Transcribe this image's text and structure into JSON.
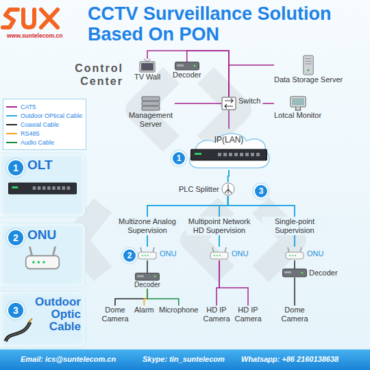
{
  "diagram": {
    "title": "CCTV Surveillance Solution Based On PON",
    "nodes": [
      {
        "text": [
          "TV Wall"
        ]
      },
      {
        "text": [
          "Decoder"
        ]
      },
      {
        "text": [
          "Data Storage Server"
        ]
      },
      {
        "text": [
          "Management Server"
        ]
      },
      {
        "text": [
          "Switch"
        ]
      },
      {
        "text": [
          "Lotcal Monitor"
        ]
      },
      {
        "text": [
          "IP(LAN)"
        ]
      },
      {
        "text": [
          "PLC Splitter"
        ]
      },
      {
        "text": [
          "ONU"
        ]
      },
      {
        "text": [
          "ONU"
        ]
      },
      {
        "text": [
          "ONU"
        ]
      },
      {
        "text": [
          "Decoder"
        ]
      },
      {
        "text": [
          "Decoder"
        ]
      },
      {
        "text": [
          "Dome Camera"
        ]
      },
      {
        "text": [
          "Alarm"
        ]
      },
      {
        "text": [
          "Microphone"
        ]
      },
      {
        "text": [
          "HD IP Camera"
        ]
      },
      {
        "text": [
          "HD IP Camera"
        ]
      },
      {
        "text": [
          "Dome Camera"
        ]
      },
      {
        "text": [
          "OLT"
        ]
      },
      {
        "text": [
          "ONU"
        ]
      },
      {
        "text": [
          "Outdoor Optic Cable"
        ]
      }
    ],
    "edges": [
      {
        "from": 0,
        "to": 4,
        "arrow": "none"
      },
      {
        "from": 1,
        "to": 4,
        "arrow": "none"
      },
      {
        "from": 2,
        "to": 4,
        "arrow": "none"
      },
      {
        "from": 3,
        "to": 4,
        "arrow": "none"
      },
      {
        "from": 5,
        "to": 4,
        "arrow": "none"
      },
      {
        "from": 4,
        "to": 6,
        "arrow": "none"
      },
      {
        "from": 6,
        "to": 7,
        "arrow": "none"
      },
      {
        "from": 7,
        "to": 8,
        "label": "Multizone Analog Supervision",
        "arrow": "none"
      },
      {
        "from": 7,
        "to": 9,
        "label": "Multipoint Network HD Supervision",
        "arrow": "none"
      },
      {
        "from": 7,
        "to": 10,
        "label": "Single-point Supervision",
        "arrow": "none"
      },
      {
        "from": 8,
        "to": 11,
        "arrow": "none"
      },
      {
        "from": 11,
        "to": 13,
        "arrow": "none"
      },
      {
        "from": 11,
        "to": 14,
        "arrow": "none"
      },
      {
        "from": 11,
        "to": 15,
        "arrow": "none"
      },
      {
        "from": 9,
        "to": 16,
        "arrow": "none"
      },
      {
        "from": 9,
        "to": 17,
        "arrow": "none"
      },
      {
        "from": 10,
        "to": 12,
        "arrow": "none"
      },
      {
        "from": 12,
        "to": 18,
        "arrow": "none"
      }
    ],
    "labels": [
      "www.suntelecom.cn",
      "Control Center",
      "1",
      "3",
      "2",
      "1",
      "2",
      "3",
      "Email: ics@suntelecom.cn",
      "Skype: tin_suntelecom",
      "Whatsapp: +86 2160138638"
    ],
    "legend": [
      {
        "text": "CAT5",
        "color": "#a3238e"
      },
      {
        "text": "Outdoor OPtical Cable",
        "color": "#29a8e0"
      },
      {
        "text": "Coaxial Cable",
        "color": "#222222"
      },
      {
        "text": "RS485",
        "color": "#f2a31b"
      },
      {
        "text": "Audio Cable",
        "color": "#138a3e"
      }
    ]
  }
}
